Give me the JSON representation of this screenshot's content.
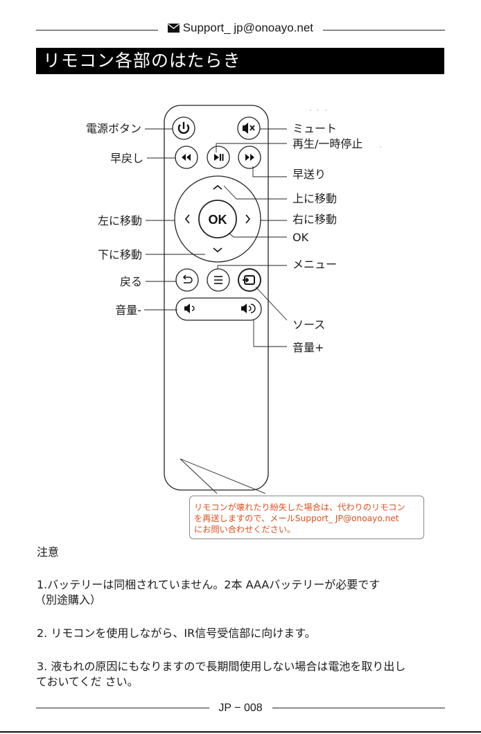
{
  "header": {
    "support_email": "Support_ jp@onoayo.net",
    "icons": {
      "mail": "envelope-icon"
    }
  },
  "section_title": "リモコン各部のはたらき",
  "remote": {
    "ok_label": "OK",
    "labels": {
      "power": "電源ボタン",
      "rewind": "早戻し",
      "left": "左に移動",
      "down": "下に移動",
      "back": "戻る",
      "vol_down": "音量-",
      "mute": "ミュート",
      "play_pause": "再生/一時停止",
      "fast_forward": "早送り",
      "up": "上に移動",
      "right": "右に移動",
      "ok": "OK",
      "menu": "メニュー",
      "source": "ソース",
      "vol_up": "音量+"
    },
    "icons": [
      "power-icon",
      "mute-icon",
      "rewind-icon",
      "play-pause-icon",
      "fast-forward-icon",
      "up-arrow-icon",
      "down-arrow-icon",
      "left-arrow-icon",
      "right-arrow-icon",
      "back-icon",
      "menu-icon",
      "source-icon",
      "volume-down-icon",
      "volume-up-icon"
    ]
  },
  "note_box": {
    "line1": "リモコンが壊れたり紛失した場合は、代わりのリモコン",
    "line2": "を再送しますので、メールSupport_ JP@onoayo.net",
    "line3": "にお問い合わせください。",
    "color": "#e0501e"
  },
  "notes": {
    "heading": "注意",
    "item1_line1": "1.バッテリーは同梱されていません。2本 AAAバッテリーが必要です",
    "item1_line2": "（別途購入）",
    "item2": "2. リモコンを使用しながら、IR信号受信部に向けます。",
    "item3_line1": "3. 液もれの原因にもなりますので長期間使用しない場合は電池を取り出し",
    "item3_line2": "ておいてくだ さい。"
  },
  "footer": {
    "page_label": "JP  − 008"
  }
}
